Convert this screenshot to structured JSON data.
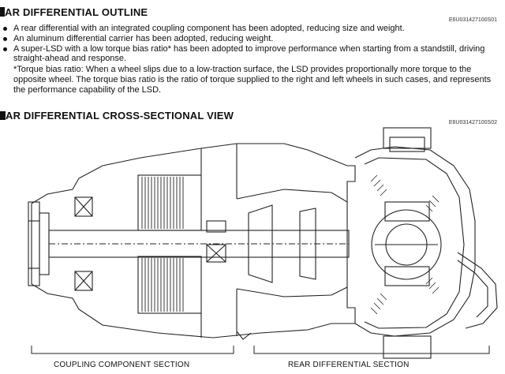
{
  "outline": {
    "title": "AR DIFFERENTIAL OUTLINE",
    "code": "E6U031427100S01",
    "bullets": [
      "A rear differential with an integrated coupling component has been adopted, reducing size and weight.",
      "An aluminum differential carrier has been adopted, reducing weight.",
      "A super-LSD with a low torque bias ratio* has been adopted to improve performance when starting from a standstill, driving straight-ahead and response."
    ],
    "note": "*Torque bias ratio: When a wheel slips due to a low-traction surface, the LSD provides proportionally more torque to the opposite wheel. The torque bias ratio is the ratio of torque supplied to the right and left wheels in such cases, and represents the performance capability of the LSD."
  },
  "cross_section": {
    "title": "AR DIFFERENTIAL CROSS-SECTIONAL VIEW",
    "code": "E6U031427100S02",
    "captions": {
      "coupling": "COUPLING COMPONENT SECTION",
      "rear_diff": "REAR DIFFERENTIAL SECTION"
    }
  }
}
